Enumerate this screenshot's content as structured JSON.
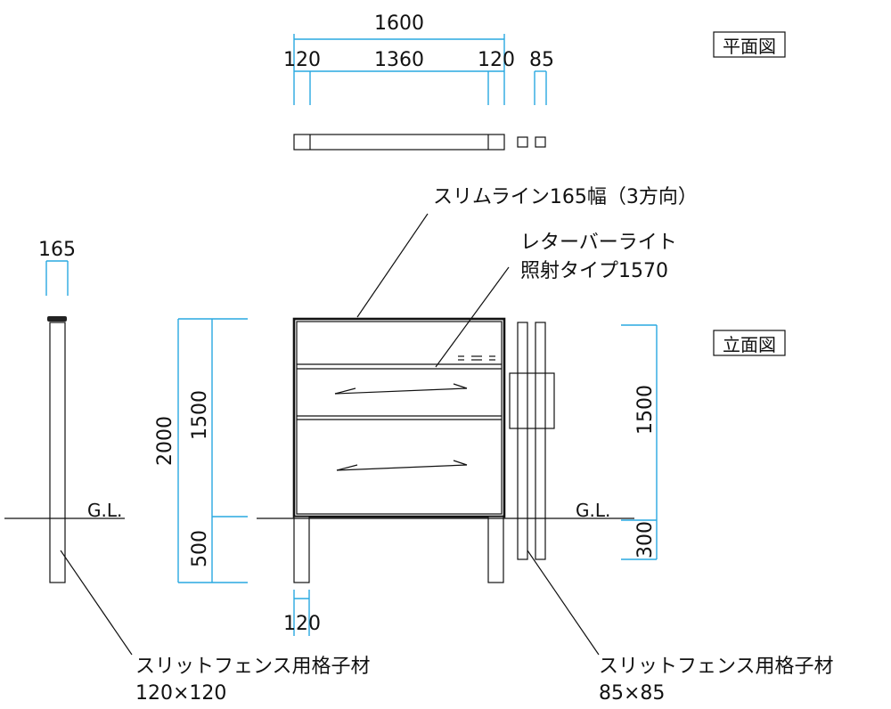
{
  "labels": {
    "plan_view": "平面図",
    "elevation_view": "立面図",
    "slim_line": "スリムライン165幅（3方向）",
    "letter_bar_1": "レターバーライト",
    "letter_bar_2": "照射タイプ1570",
    "gl_left": "G.L.",
    "gl_right": "G.L.",
    "slit_left_1": "スリットフェンス用格子材",
    "slit_left_2": "120×120",
    "slit_right_1": "スリットフェンス用格子材",
    "slit_right_2": "85×85"
  },
  "dims": {
    "top_total": "1600",
    "top_left": "120",
    "top_mid": "1360",
    "top_right": "120",
    "top_small": "85",
    "side_width": "165",
    "left_total": "2000",
    "left_upper": "1500",
    "left_lower": "500",
    "bottom_post": "120",
    "right_upper": "1500",
    "right_lower": "300"
  },
  "colors": {
    "dimension": "#29a9e1",
    "line": "#111111"
  }
}
